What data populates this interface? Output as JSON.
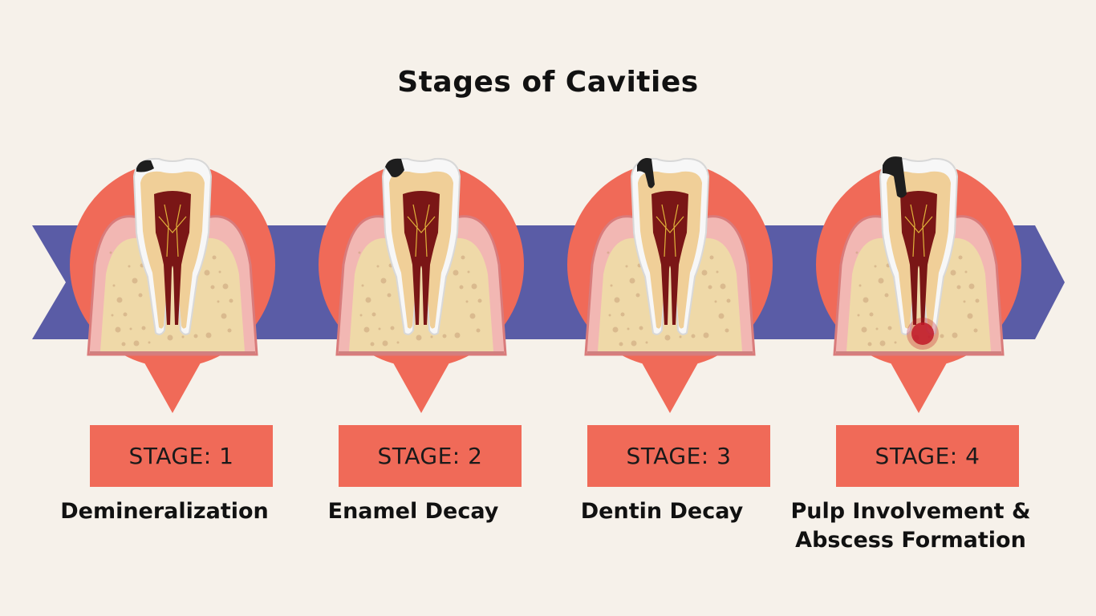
{
  "title": "Stages of Cavities",
  "colors": {
    "background": "#f6f1ea",
    "arrow": "#5a5ca6",
    "accent": "#f06a58",
    "decay": "#1e1e1e",
    "abscess": "#c01828"
  },
  "stages": [
    {
      "label": "STAGE: 1",
      "name_lines": [
        "Demineralization"
      ],
      "decay_level": 1
    },
    {
      "label": "STAGE: 2",
      "name_lines": [
        "Enamel Decay"
      ],
      "decay_level": 2
    },
    {
      "label": "STAGE: 3",
      "name_lines": [
        "Dentin Decay"
      ],
      "decay_level": 3
    },
    {
      "label": "STAGE: 4",
      "name_lines": [
        "Pulp Involvement &",
        "Abscess Formation"
      ],
      "decay_level": 4
    }
  ]
}
